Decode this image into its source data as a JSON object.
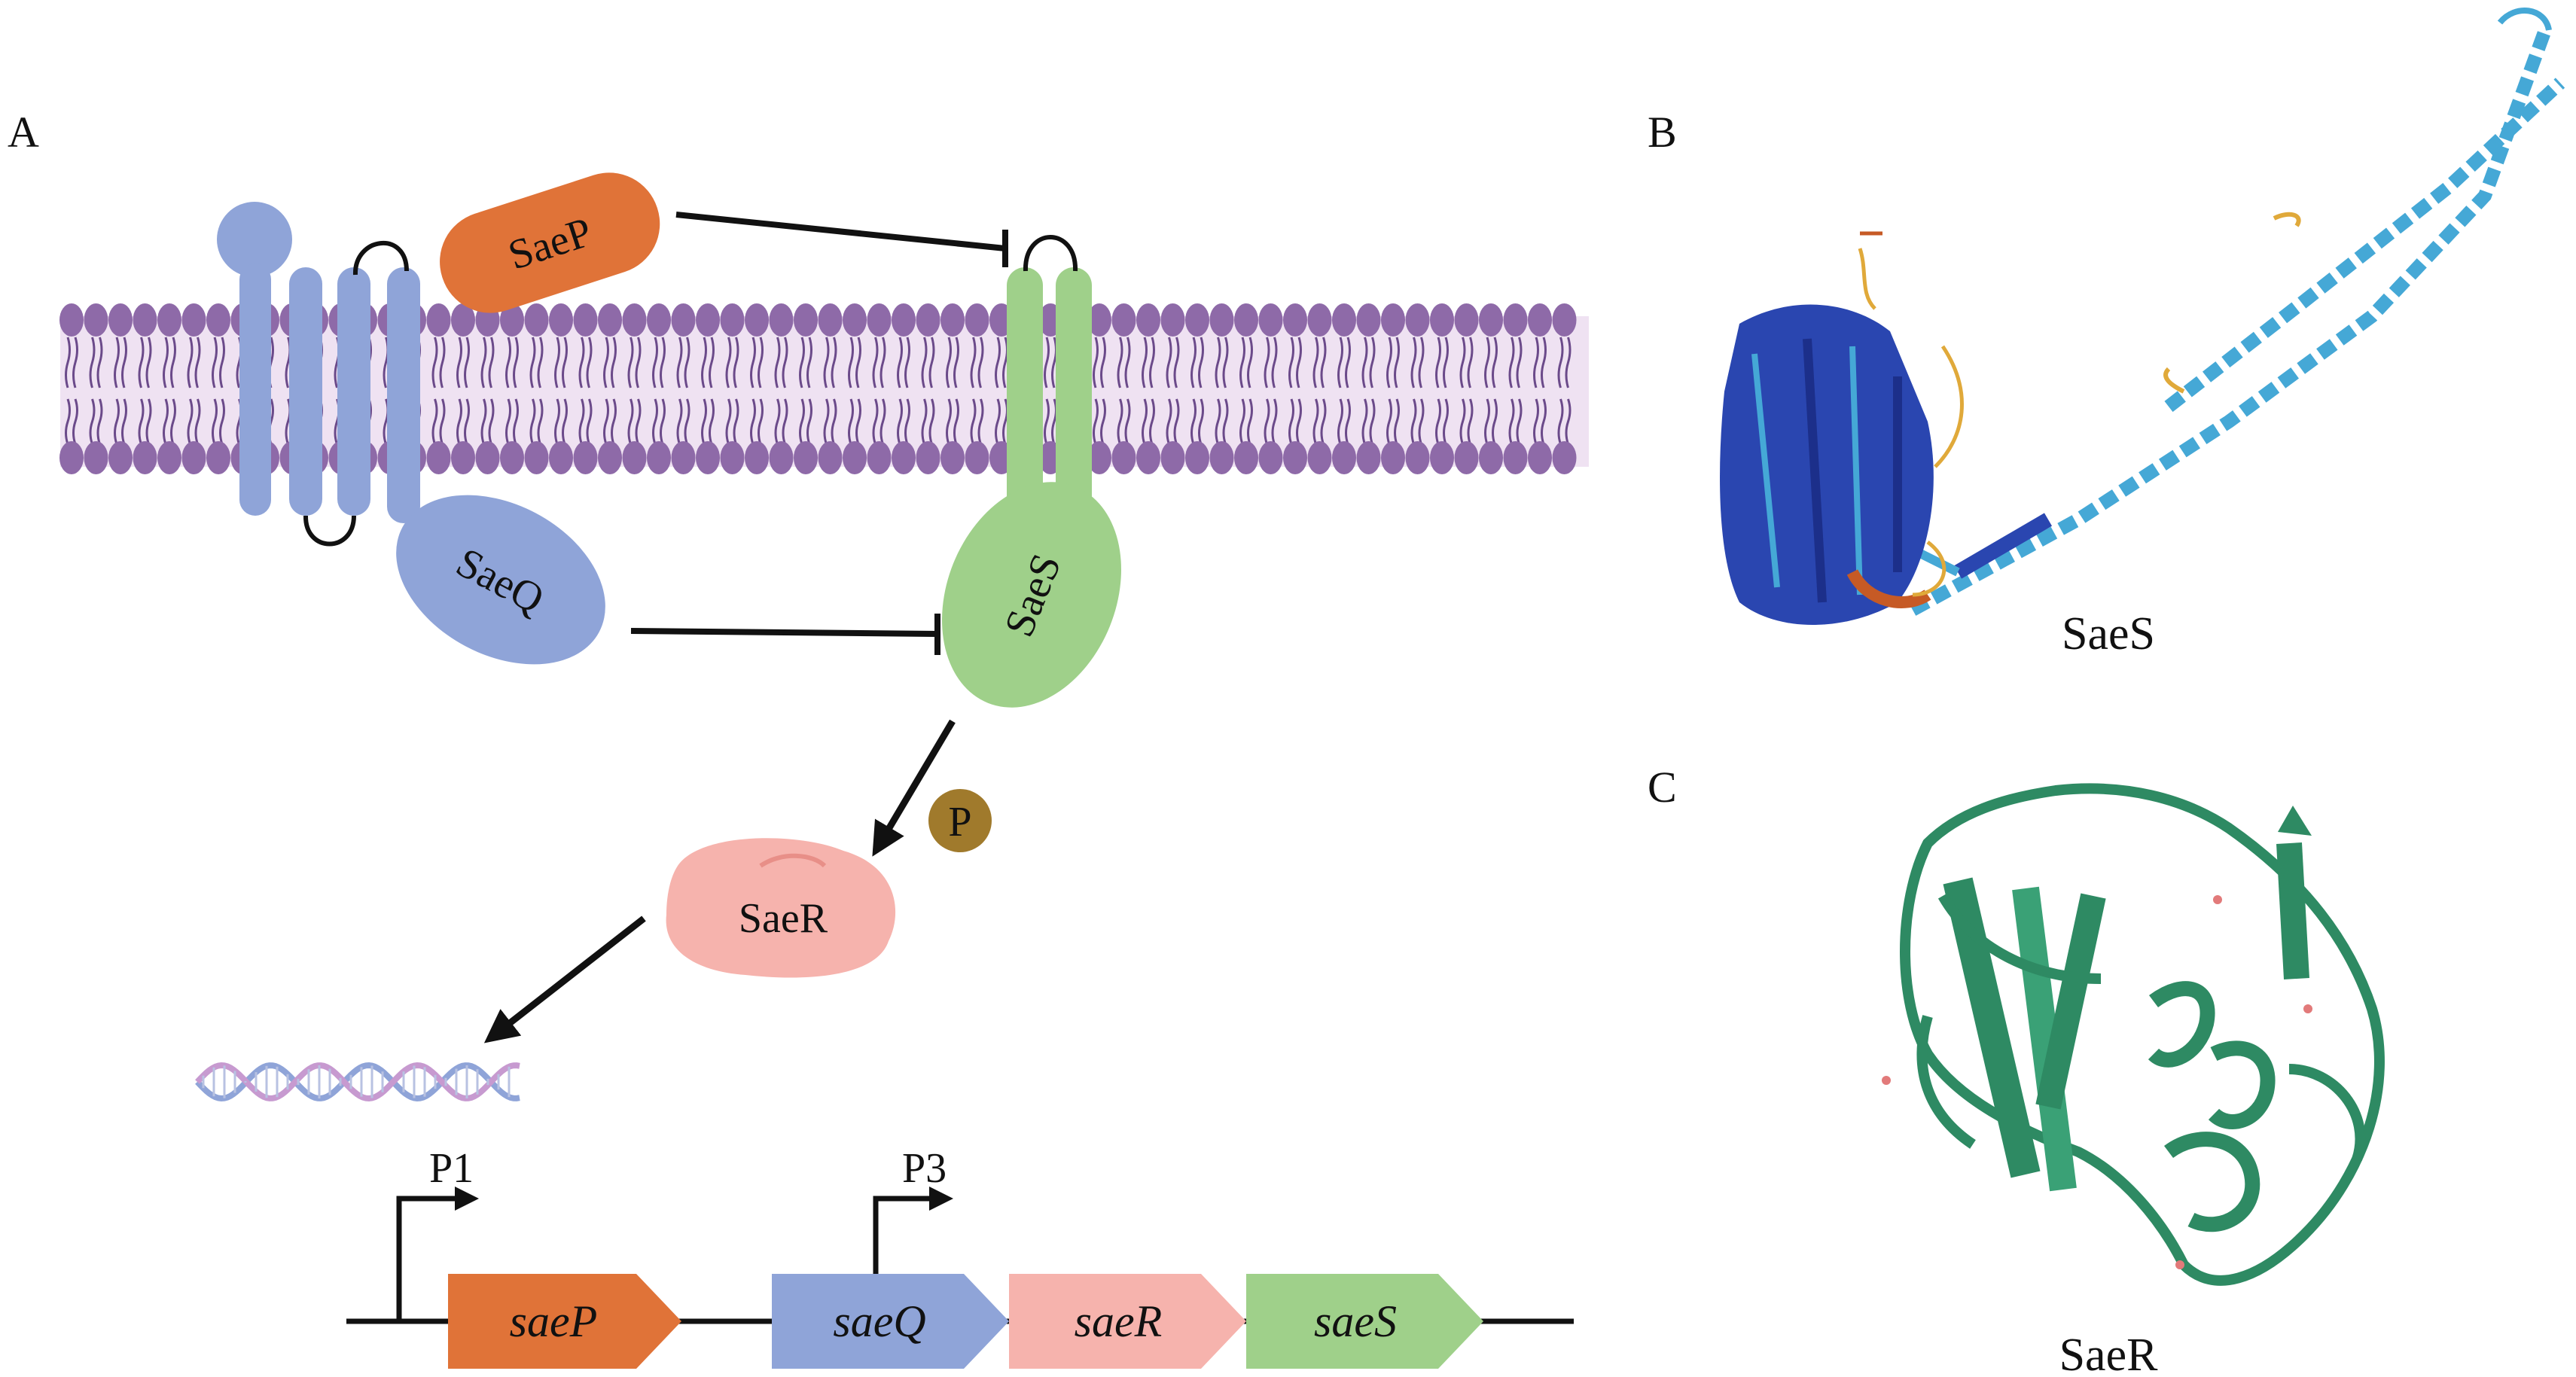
{
  "panels": {
    "a": "A",
    "b": "B",
    "c": "C"
  },
  "proteins": {
    "saep": "SaeP",
    "saeq": "SaeQ",
    "saes": "SaeS",
    "saer": "SaeR",
    "phosphate": "P"
  },
  "promoters": {
    "p1": "P1",
    "p3": "P3"
  },
  "genes": [
    {
      "id": "saeP",
      "label": "saeP",
      "color": "#e07338"
    },
    {
      "id": "saeQ",
      "label": "saeQ",
      "color": "#8fa4d8"
    },
    {
      "id": "saeR",
      "label": "saeR",
      "color": "#f6b3ad"
    },
    {
      "id": "saeS",
      "label": "saeS",
      "color": "#9fd08a"
    }
  ],
  "captions": {
    "b": "SaeS",
    "c": "SaeR"
  },
  "colors": {
    "membrane_head": "#8e6aa8",
    "membrane_tail": "#6b4a8a",
    "membrane_bg": "#e9d9ee",
    "saep": "#e07338",
    "saeq": "#8fa4d8",
    "saes": "#9fd08a",
    "saer": "#f6b3ad",
    "phosphate": "#a07a2c",
    "saes_structure_dark": "#2a46b0",
    "saes_structure_light": "#45a8d6",
    "saer_structure": "#2e8a63"
  }
}
